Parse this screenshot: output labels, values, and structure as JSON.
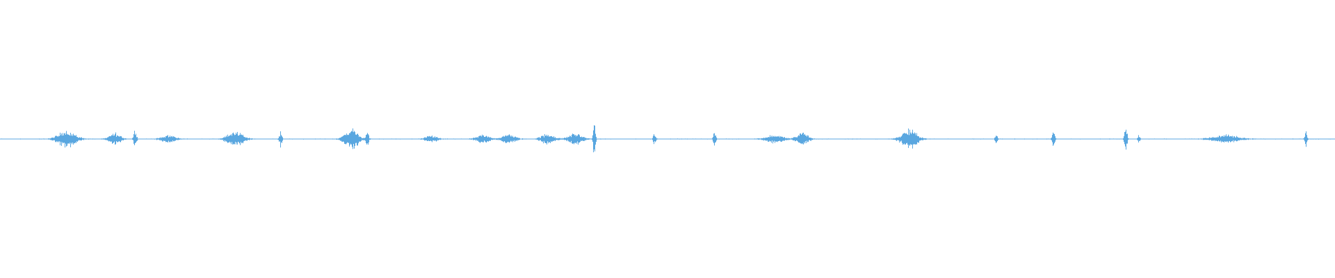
{
  "waveform": {
    "color": "#5aa7e0",
    "background": "#ffffff",
    "bursts": [
      {
        "at": 0.05,
        "amp": 0.18,
        "spread": 0.008
      },
      {
        "at": 0.086,
        "amp": 0.12,
        "spread": 0.005
      },
      {
        "at": 0.101,
        "amp": 0.22,
        "spread": 0.0012
      },
      {
        "at": 0.126,
        "amp": 0.08,
        "spread": 0.006
      },
      {
        "at": 0.176,
        "amp": 0.16,
        "spread": 0.007
      },
      {
        "at": 0.21,
        "amp": 0.15,
        "spread": 0.0012
      },
      {
        "at": 0.263,
        "amp": 0.22,
        "spread": 0.006
      },
      {
        "at": 0.275,
        "amp": 0.14,
        "spread": 0.0012
      },
      {
        "at": 0.323,
        "amp": 0.07,
        "spread": 0.005
      },
      {
        "at": 0.362,
        "amp": 0.08,
        "spread": 0.006
      },
      {
        "at": 0.381,
        "amp": 0.09,
        "spread": 0.006
      },
      {
        "at": 0.41,
        "amp": 0.1,
        "spread": 0.006
      },
      {
        "at": 0.431,
        "amp": 0.12,
        "spread": 0.006
      },
      {
        "at": 0.445,
        "amp": 0.4,
        "spread": 0.001
      },
      {
        "at": 0.49,
        "amp": 0.12,
        "spread": 0.0012
      },
      {
        "at": 0.535,
        "amp": 0.16,
        "spread": 0.0012
      },
      {
        "at": 0.58,
        "amp": 0.08,
        "spread": 0.008
      },
      {
        "at": 0.601,
        "amp": 0.14,
        "spread": 0.005
      },
      {
        "at": 0.681,
        "amp": 0.2,
        "spread": 0.007
      },
      {
        "at": 0.746,
        "amp": 0.1,
        "spread": 0.001
      },
      {
        "at": 0.789,
        "amp": 0.26,
        "spread": 0.001
      },
      {
        "at": 0.843,
        "amp": 0.28,
        "spread": 0.0012
      },
      {
        "at": 0.853,
        "amp": 0.1,
        "spread": 0.001
      },
      {
        "at": 0.918,
        "amp": 0.08,
        "spread": 0.012
      },
      {
        "at": 0.978,
        "amp": 0.18,
        "spread": 0.001
      }
    ]
  }
}
